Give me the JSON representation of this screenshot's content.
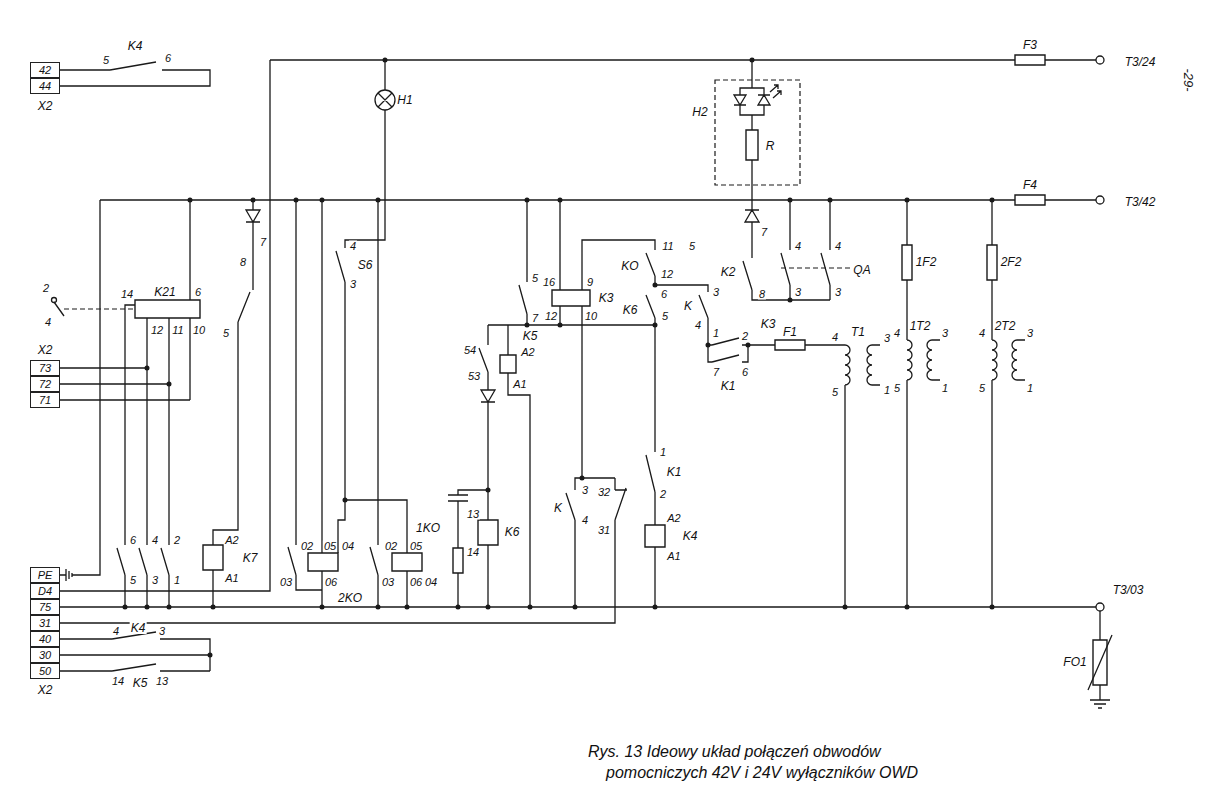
{
  "diagram": {
    "caption": "Rys. 13 Ideowy układ połączeń obwodów pomocniczych 42V i 24V wyłączników OWD",
    "nodes": [
      {
        "text": [
          "42"
        ]
      },
      {
        "text": [
          "44"
        ]
      },
      {
        "text": [
          "73"
        ]
      },
      {
        "text": [
          "72"
        ]
      },
      {
        "text": [
          "71"
        ]
      },
      {
        "text": [
          "PE"
        ]
      },
      {
        "text": [
          "D4"
        ]
      },
      {
        "text": [
          "75"
        ]
      },
      {
        "text": [
          "31"
        ]
      },
      {
        "text": [
          "40"
        ]
      },
      {
        "text": [
          "30"
        ]
      },
      {
        "text": [
          "50"
        ]
      }
    ],
    "labels": [
      "X2",
      "K4",
      "5",
      "6",
      "H1",
      "H2",
      "R",
      "F3",
      "T3/24",
      "F4",
      "T3/42",
      "2",
      "4",
      "14",
      "K21",
      "6",
      "12",
      "11",
      "10",
      "7",
      "8",
      "5",
      "X2",
      "4",
      "S6",
      "3",
      "5",
      "16",
      "9",
      "K3",
      "7",
      "12",
      "10",
      "11",
      "5",
      "KO",
      "12",
      "7",
      "K2",
      "8",
      "4",
      "4",
      "QA",
      "3",
      "3",
      "1F2",
      "2F2",
      "54",
      "K5",
      "A2",
      "53",
      "A1",
      "6",
      "3",
      "K6",
      "K",
      "5",
      "4",
      "1",
      "K3",
      "2",
      "7",
      "6",
      "K1",
      "F1",
      "4",
      "T1",
      "3",
      "5",
      "1",
      "4",
      "1T2",
      "3",
      "5",
      "1",
      "4",
      "2T2",
      "3",
      "5",
      "1",
      "1KO",
      "02",
      "05",
      "04",
      "02",
      "05",
      "03",
      "06",
      "2KO",
      "03",
      "06",
      "04",
      "6",
      "4",
      "2",
      "A2",
      "K7",
      "5",
      "3",
      "1",
      "A1",
      "13",
      "K6",
      "14",
      "1",
      "K1",
      "2",
      "3",
      "K",
      "4",
      "32",
      "A2",
      "K4",
      "31",
      "A1",
      "T3/03",
      "FO1",
      "4",
      "K4",
      "3",
      "14",
      "K5",
      "13",
      "X2",
      "-29-"
    ]
  }
}
